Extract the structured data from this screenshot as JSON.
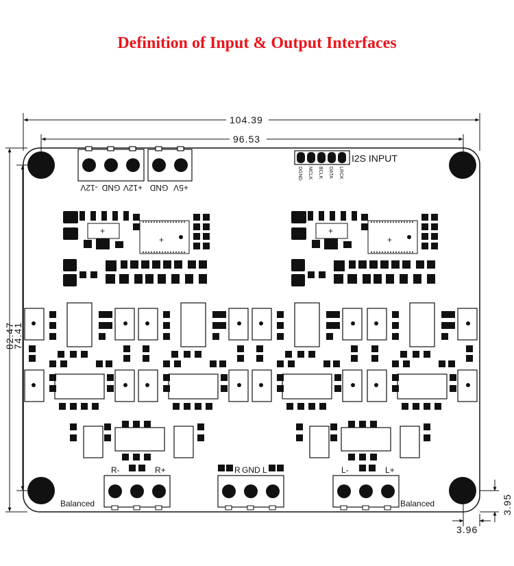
{
  "title": "Definition of Input & Output Interfaces",
  "dimensions": {
    "total_width": "104.39",
    "hole_spacing_x": "96.53",
    "total_height": "82.47",
    "hole_spacing_y": "74.41",
    "hole_offset_y": "3.95",
    "hole_offset_x": "3.96"
  },
  "power_connector": {
    "labels": [
      "-12V",
      "GND",
      "+12V",
      "GND",
      "+5V"
    ]
  },
  "i2s": {
    "title": "I2S INPUT",
    "pins": [
      "DGND",
      "MCLK",
      "BCLK",
      "DATA",
      "LRCK"
    ]
  },
  "outputs": {
    "left": {
      "pins": [
        "R-",
        "R+"
      ],
      "label": "Balanced"
    },
    "center": {
      "pins": [
        "R",
        "GND",
        "L"
      ]
    },
    "right": {
      "pins": [
        "L-",
        "L+"
      ],
      "label": "Balanced"
    }
  }
}
